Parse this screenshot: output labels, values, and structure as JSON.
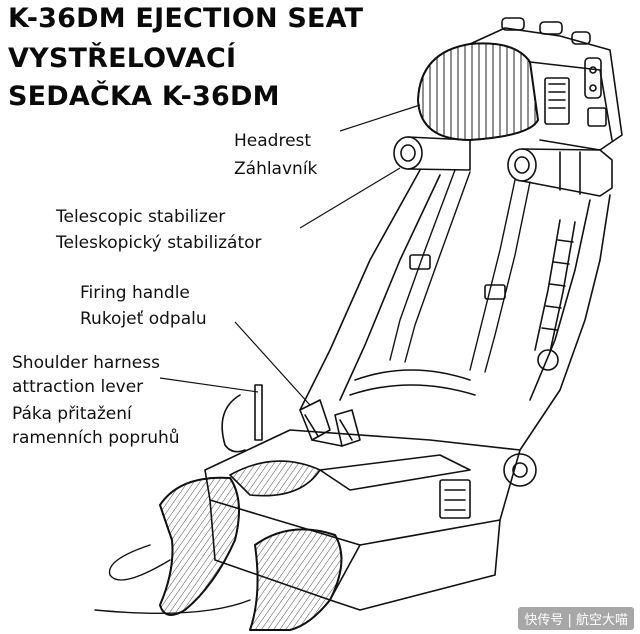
{
  "title": {
    "line1": "K-36DM EJECTION SEAT",
    "line2": "VYSTŘELOVACÍ",
    "line3": "SEDAČKA K-36DM"
  },
  "callouts": [
    {
      "id": "headrest",
      "en": "Headrest",
      "cs": "Záhlavník"
    },
    {
      "id": "telescopic-stabilizer",
      "en": "Telescopic stabilizer",
      "cs": "Teleskopický stabilizátor"
    },
    {
      "id": "firing-handle",
      "en": "Firing handle",
      "cs": "Rukojeť odpalu"
    },
    {
      "id": "shoulder-harness-lever",
      "en": "Shoulder harness",
      "en2": "attraction lever",
      "cs": "Páka přitažení",
      "cs2": "ramenních popruhů"
    }
  ],
  "watermark": "快传号 | 航空大喵"
}
